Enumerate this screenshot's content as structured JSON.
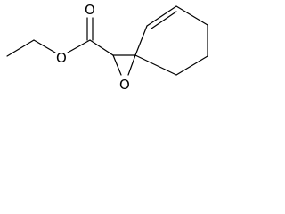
{
  "molecule": {
    "atoms": {
      "carbonyl_oxygen": "O",
      "ester_oxygen": "O",
      "epoxide_oxygen": "O"
    }
  },
  "colors": {
    "background": "#ffffff",
    "bond": "#000000",
    "text": "#000000"
  }
}
